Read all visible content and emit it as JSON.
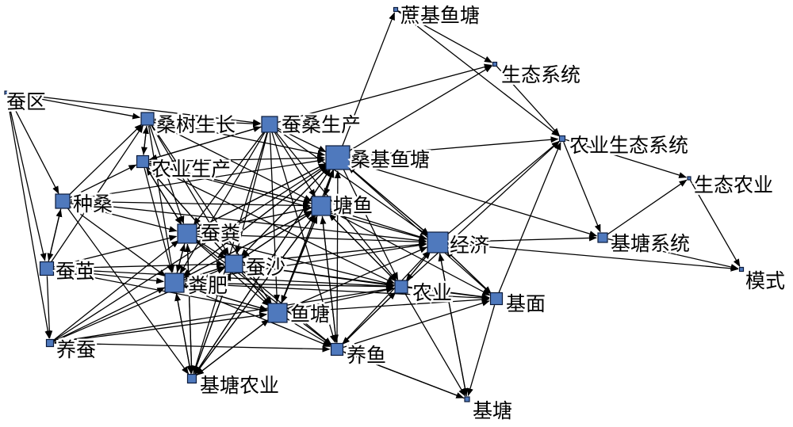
{
  "graph": {
    "node_color": "#4f79bd",
    "edge_color": "#000000",
    "nodes": [
      {
        "id": "canqu",
        "label": "蚕区"
      },
      {
        "id": "sangshushengzhang",
        "label": "桑树生长"
      },
      {
        "id": "cansangshengchan",
        "label": "蚕桑生产"
      },
      {
        "id": "zhejiyutang",
        "label": "蔗基鱼塘"
      },
      {
        "id": "shengtaixitong",
        "label": "生态系统"
      },
      {
        "id": "nongyeshengtaixitong",
        "label": "农业生态系统"
      },
      {
        "id": "shengtainongye",
        "label": "生态农业"
      },
      {
        "id": "moshi",
        "label": "模式"
      },
      {
        "id": "nongyeshengchan",
        "label": "农业生产"
      },
      {
        "id": "sangjiyutang",
        "label": "桑基鱼塘"
      },
      {
        "id": "zhongsang",
        "label": "种桑"
      },
      {
        "id": "tangyu",
        "label": "塘鱼"
      },
      {
        "id": "canfen",
        "label": "蚕粪"
      },
      {
        "id": "jingji",
        "label": "经济"
      },
      {
        "id": "jitangxitong",
        "label": "基塘系统"
      },
      {
        "id": "canjian",
        "label": "蚕茧"
      },
      {
        "id": "cansha",
        "label": "蚕沙"
      },
      {
        "id": "fenfei",
        "label": "粪肥"
      },
      {
        "id": "nongye",
        "label": "农业"
      },
      {
        "id": "jimian",
        "label": "基面"
      },
      {
        "id": "yutang",
        "label": "鱼塘"
      },
      {
        "id": "yangcan",
        "label": "养蚕"
      },
      {
        "id": "yangyu",
        "label": "养鱼"
      },
      {
        "id": "jitangnongye",
        "label": "基塘农业"
      },
      {
        "id": "jitang",
        "label": "基塘"
      }
    ],
    "edges": [
      [
        "canqu",
        "sangshushengzhang"
      ],
      [
        "canqu",
        "cansangshengchan"
      ],
      [
        "canqu",
        "zhongsang"
      ],
      [
        "canqu",
        "canjian"
      ],
      [
        "canqu",
        "yangcan"
      ],
      [
        "zhongsang",
        "sangshushengzhang"
      ],
      [
        "zhongsang",
        "nongyeshengchan"
      ],
      [
        "zhongsang",
        "canjian"
      ],
      [
        "zhongsang",
        "fenfei"
      ],
      [
        "zhongsang",
        "canfen"
      ],
      [
        "zhongsang",
        "jitangnongye"
      ],
      [
        "zhongsang",
        "tangyu"
      ],
      [
        "zhongsang",
        "jingji"
      ],
      [
        "zhongsang",
        "sangjiyutang"
      ],
      [
        "canjian",
        "zhongsang"
      ],
      [
        "canjian",
        "fenfei"
      ],
      [
        "canjian",
        "cansha"
      ],
      [
        "canjian",
        "canfen"
      ],
      [
        "canjian",
        "nongye"
      ],
      [
        "canjian",
        "yutang"
      ],
      [
        "canjian",
        "sangshushengzhang"
      ],
      [
        "canjian",
        "yangcan"
      ],
      [
        "yangcan",
        "canfen"
      ],
      [
        "yangcan",
        "fenfei"
      ],
      [
        "yangcan",
        "cansha"
      ],
      [
        "yangcan",
        "sangjiyutang"
      ],
      [
        "yangcan",
        "yutang"
      ],
      [
        "yangcan",
        "yangyu"
      ],
      [
        "yangcan",
        "nongye"
      ],
      [
        "sangshushengzhang",
        "cansangshengchan"
      ],
      [
        "sangshushengzhang",
        "nongyeshengchan"
      ],
      [
        "sangshushengzhang",
        "canfen"
      ],
      [
        "sangshushengzhang",
        "fenfei"
      ],
      [
        "sangshushengzhang",
        "sangjiyutang"
      ],
      [
        "sangshushengzhang",
        "tangyu"
      ],
      [
        "sangshushengzhang",
        "cansha"
      ],
      [
        "sangshushengzhang",
        "yutang"
      ],
      [
        "nongyeshengchan",
        "sangshushengzhang"
      ],
      [
        "nongyeshengchan",
        "cansangshengchan"
      ],
      [
        "nongyeshengchan",
        "sangjiyutang"
      ],
      [
        "nongyeshengchan",
        "canfen"
      ],
      [
        "nongyeshengchan",
        "fenfei"
      ],
      [
        "nongyeshengchan",
        "tangyu"
      ],
      [
        "nongyeshengchan",
        "cansha"
      ],
      [
        "nongyeshengchan",
        "jingji"
      ],
      [
        "nongyeshengchan",
        "nongye"
      ],
      [
        "nongyeshengchan",
        "yutang"
      ],
      [
        "cansangshengchan",
        "sangjiyutang"
      ],
      [
        "cansangshengchan",
        "shengtaixitong"
      ],
      [
        "cansangshengchan",
        "canfen"
      ],
      [
        "cansangshengchan",
        "fenfei"
      ],
      [
        "cansangshengchan",
        "tangyu"
      ],
      [
        "cansangshengchan",
        "cansha"
      ],
      [
        "cansangshengchan",
        "yutang"
      ],
      [
        "cansangshengchan",
        "yangyu"
      ],
      [
        "cansangshengchan",
        "nongye"
      ],
      [
        "cansangshengchan",
        "jingji"
      ],
      [
        "cansangshengchan",
        "jitangnongye"
      ],
      [
        "cansangshengchan",
        "nongyeshengchan"
      ],
      [
        "sangjiyutang",
        "shengtaixitong"
      ],
      [
        "sangjiyutang",
        "zhejiyutang"
      ],
      [
        "sangjiyutang",
        "nongyeshengtaixitong"
      ],
      [
        "sangjiyutang",
        "jitangxitong"
      ],
      [
        "sangjiyutang",
        "jingji"
      ],
      [
        "sangjiyutang",
        "nongye"
      ],
      [
        "sangjiyutang",
        "jimian"
      ],
      [
        "sangjiyutang",
        "fenfei"
      ],
      [
        "sangjiyutang",
        "canfen"
      ],
      [
        "sangjiyutang",
        "tangyu"
      ],
      [
        "sangjiyutang",
        "yutang"
      ],
      [
        "sangjiyutang",
        "jitangnongye"
      ],
      [
        "sangjiyutang",
        "cansha"
      ],
      [
        "zhejiyutang",
        "shengtaixitong"
      ],
      [
        "zhejiyutang",
        "nongyeshengtaixitong"
      ],
      [
        "shengtaixitong",
        "nongyeshengtaixitong"
      ],
      [
        "nongyeshengtaixitong",
        "shengtainongye"
      ],
      [
        "nongyeshengtaixitong",
        "jitangxitong"
      ],
      [
        "jitangxitong",
        "shengtainongye"
      ],
      [
        "jitangxitong",
        "moshi"
      ],
      [
        "shengtainongye",
        "moshi"
      ],
      [
        "tangyu",
        "sangjiyutang"
      ],
      [
        "tangyu",
        "jingji"
      ],
      [
        "tangyu",
        "nongye"
      ],
      [
        "tangyu",
        "jimian"
      ],
      [
        "tangyu",
        "yutang"
      ],
      [
        "tangyu",
        "yangyu"
      ],
      [
        "tangyu",
        "jitangnongye"
      ],
      [
        "tangyu",
        "fenfei"
      ],
      [
        "tangyu",
        "canfen"
      ],
      [
        "tangyu",
        "cansha"
      ],
      [
        "tangyu",
        "nongyeshengchan"
      ],
      [
        "canfen",
        "sangjiyutang"
      ],
      [
        "canfen",
        "tangyu"
      ],
      [
        "canfen",
        "fenfei"
      ],
      [
        "canfen",
        "cansha"
      ],
      [
        "canfen",
        "yutang"
      ],
      [
        "canfen",
        "jingji"
      ],
      [
        "canfen",
        "nongye"
      ],
      [
        "canfen",
        "jitangnongye"
      ],
      [
        "canfen",
        "yangyu"
      ],
      [
        "canfen",
        "nongyeshengchan"
      ],
      [
        "cansha",
        "tangyu"
      ],
      [
        "cansha",
        "sangjiyutang"
      ],
      [
        "cansha",
        "yutang"
      ],
      [
        "cansha",
        "nongye"
      ],
      [
        "cansha",
        "jingji"
      ],
      [
        "cansha",
        "jimian"
      ],
      [
        "cansha",
        "jitangnongye"
      ],
      [
        "cansha",
        "fenfei"
      ],
      [
        "cansha",
        "yangyu"
      ],
      [
        "fenfei",
        "cansha"
      ],
      [
        "fenfei",
        "yutang"
      ],
      [
        "fenfei",
        "tangyu"
      ],
      [
        "fenfei",
        "sangjiyutang"
      ],
      [
        "fenfei",
        "jingji"
      ],
      [
        "fenfei",
        "nongye"
      ],
      [
        "fenfei",
        "jimian"
      ],
      [
        "fenfei",
        "jitangnongye"
      ],
      [
        "fenfei",
        "yangyu"
      ],
      [
        "fenfei",
        "canfen"
      ],
      [
        "yutang",
        "sangjiyutang"
      ],
      [
        "yutang",
        "tangyu"
      ],
      [
        "yutang",
        "jingji"
      ],
      [
        "yutang",
        "nongye"
      ],
      [
        "yutang",
        "jimian"
      ],
      [
        "yutang",
        "yangyu"
      ],
      [
        "yutang",
        "jitangnongye"
      ],
      [
        "yutang",
        "fenfei"
      ],
      [
        "jitangnongye",
        "fenfei"
      ],
      [
        "jitangnongye",
        "canfen"
      ],
      [
        "jitangnongye",
        "sangjiyutang"
      ],
      [
        "jitangnongye",
        "yutang"
      ],
      [
        "jitangnongye",
        "tangyu"
      ],
      [
        "jitangnongye",
        "cansha"
      ],
      [
        "jingji",
        "jitangxitong"
      ],
      [
        "jingji",
        "nongyeshengtaixitong"
      ],
      [
        "jingji",
        "jimian"
      ],
      [
        "jingji",
        "nongye"
      ],
      [
        "jingji",
        "moshi"
      ],
      [
        "jingji",
        "jitang"
      ],
      [
        "jingji",
        "sangjiyutang"
      ],
      [
        "nongye",
        "jimian"
      ],
      [
        "nongye",
        "jingji"
      ],
      [
        "nongye",
        "jitang"
      ],
      [
        "nongye",
        "nongyeshengtaixitong"
      ],
      [
        "nongye",
        "yangyu"
      ],
      [
        "nongye",
        "tangyu"
      ],
      [
        "jimian",
        "nongyeshengtaixitong"
      ],
      [
        "jimian",
        "jitang"
      ],
      [
        "jimian",
        "jingji"
      ],
      [
        "yangyu",
        "jitang"
      ],
      [
        "yangyu",
        "jimian"
      ],
      [
        "yangyu",
        "jingji"
      ],
      [
        "yangyu",
        "nongye"
      ],
      [
        "yangyu",
        "sangjiyutang"
      ],
      [
        "yangyu",
        "tangyu"
      ],
      [
        "jitang",
        "jingji"
      ],
      [
        "jitang",
        "yangyu"
      ]
    ]
  }
}
